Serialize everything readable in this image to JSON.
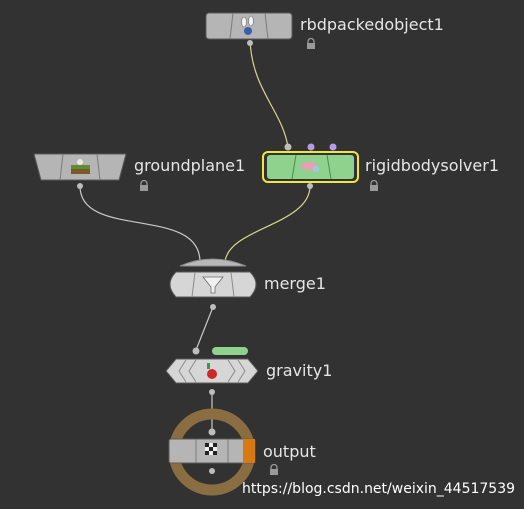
{
  "nodes": {
    "rbdpackedobject": {
      "name": "rbdpackedobject1",
      "icon": "bowling-pins-icon"
    },
    "groundplane": {
      "name": "groundplane1",
      "icon": "ground-plane-icon"
    },
    "rigidbodysolver": {
      "name": "rigidbodysolver1",
      "icon": "rigid-body-solver-icon",
      "selected": true
    },
    "merge": {
      "name": "merge1",
      "icon": "funnel-icon"
    },
    "gravity": {
      "name": "gravity1",
      "icon": "gravity-apple-icon"
    },
    "output": {
      "name": "output",
      "icon": "checkered-flag-icon",
      "display_flag": true
    }
  },
  "colors": {
    "background": "#323232",
    "node_gray": "#b5b5b5",
    "solver_green": "#8ed28e",
    "selection_yellow": "#f0e63c",
    "output_ring": "#8a6e42",
    "output_flag": "#d77a12",
    "wire_yellow": "#d6d68a",
    "wire_gray": "#c9c9c9",
    "input_dot_purple": "#b89be6"
  },
  "watermark": "https://blog.csdn.net/weixin_44517539"
}
